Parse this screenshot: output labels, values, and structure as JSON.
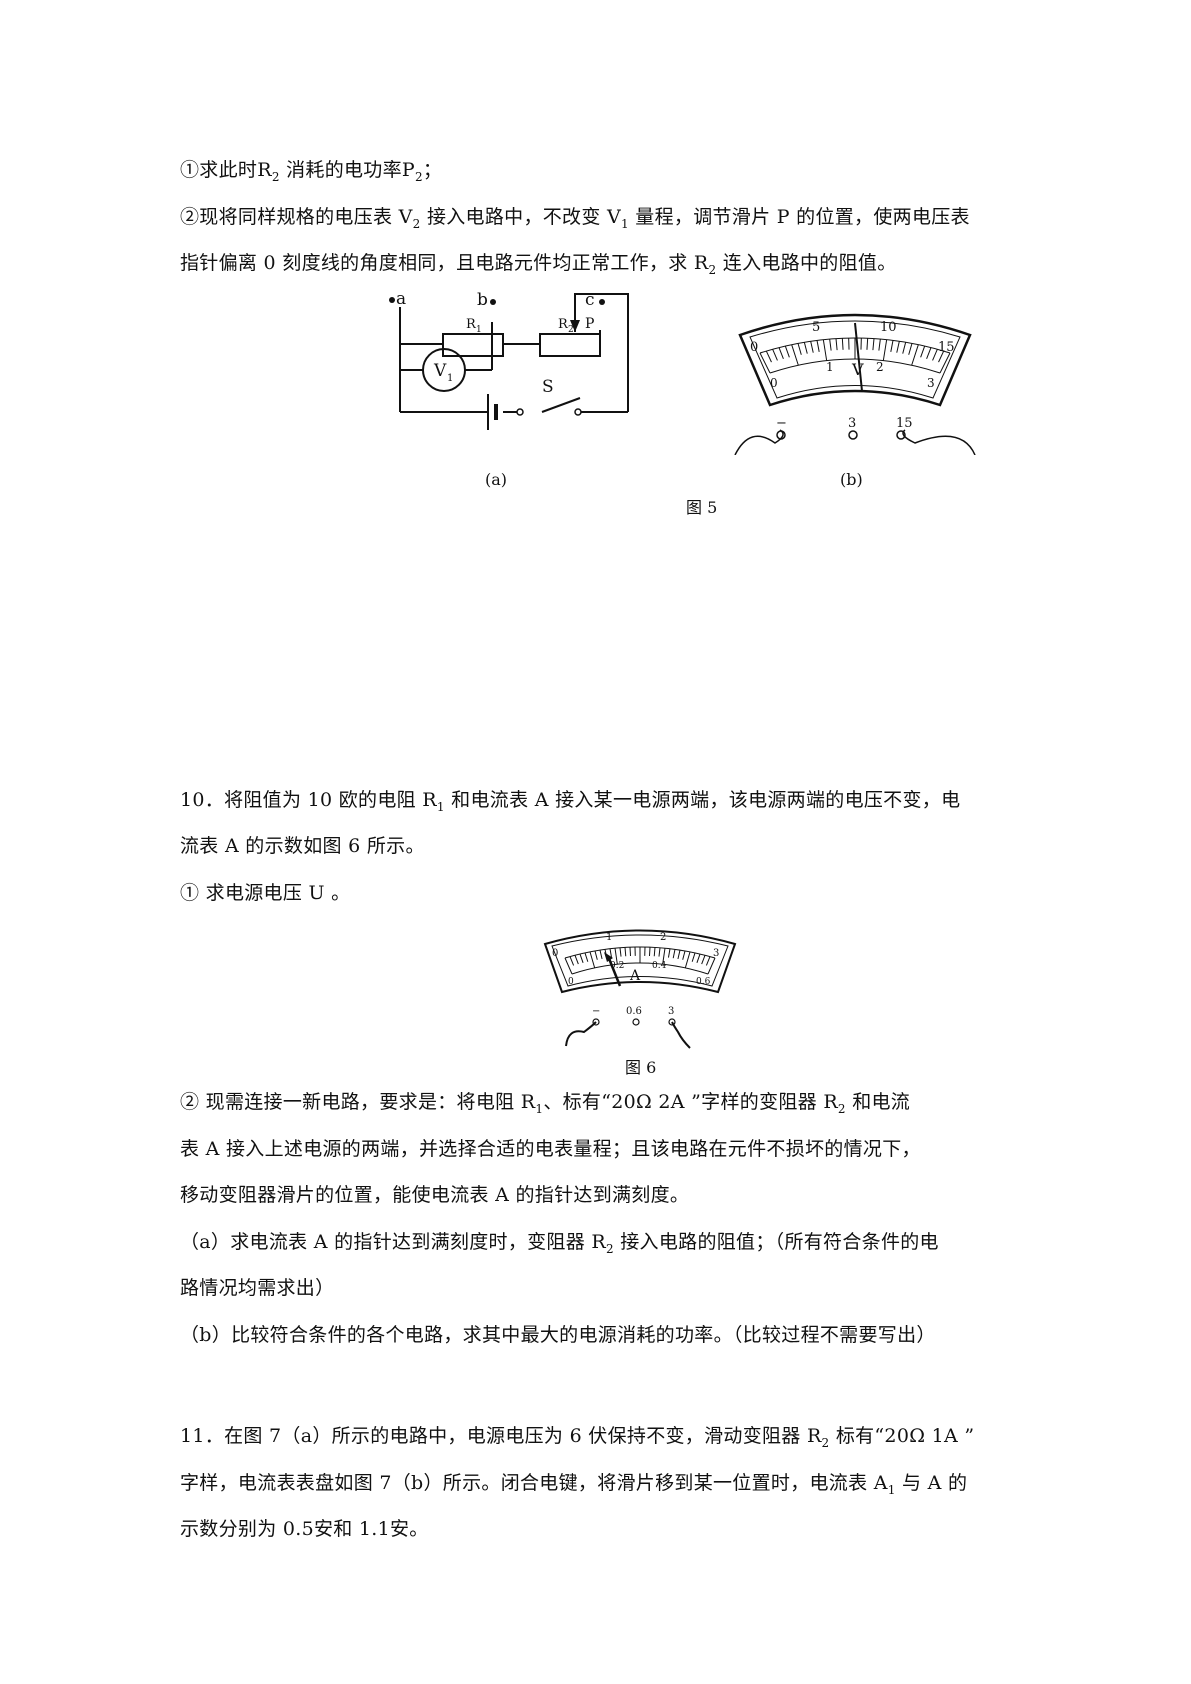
{
  "q9": {
    "line1": {
      "a": "①求此时R",
      "s1": "2",
      "b": " 消耗的电功率P",
      "s2": "2",
      "c": "；"
    },
    "line2": {
      "a": "②现将同样规格的电压表 V",
      "s1": "2",
      "b": " 接入电路中，不改变 V",
      "s2": "1",
      "c": " 量程，调节滑片 P 的位置，使两电压表"
    },
    "line3": {
      "a": "指针偏离 0 刻度线的角度相同，且电路元件均正常工作，求 R",
      "s1": "2",
      "b": " 连入电路中的阻值。"
    }
  },
  "fig5": {
    "circuit": {
      "a": "a",
      "b": "b",
      "c": "c",
      "r1": "R",
      "r1_sub": "1",
      "r2": "R",
      "r2_sub": "2",
      "p": "P",
      "v": "V",
      "v_sub": "1",
      "s": "S"
    },
    "meter": {
      "top_ticks": [
        "0",
        "5",
        "10",
        "15"
      ],
      "bottom_ticks": [
        "0",
        "1",
        "2",
        "3"
      ],
      "unit": "V",
      "terminals": [
        "−",
        "3",
        "15"
      ]
    },
    "label_a": "(a)",
    "label_b": "(b)",
    "caption": "图 5"
  },
  "q10": {
    "line1": {
      "a": "10．将阻值为 10 欧的电阻 R",
      "s1": "1",
      "b": " 和电流表 A  接入某一电源两端，该电源两端的电压不变，电"
    },
    "line2": "流表 A  的示数如图 6 所示。",
    "line3": "①  求电源电压 U 。",
    "line4": {
      "a": "②  现需连接一新电路，要求是：将电阻 R",
      "s1": "1",
      "b": "、标有“20Ω    2A ”字样的变阻器 R",
      "s2": "2",
      "c": " 和电流"
    },
    "line5": "表 A  接入上述电源的两端，并选择合适的电表量程；且该电路在元件不损坏的情况下，",
    "line6": "移动变阻器滑片的位置，能使电流表 A  的指针达到满刻度。",
    "line7": {
      "a": "（a）求电流表 A  的指针达到满刻度时，变阻器 R",
      "s1": "2",
      "b": " 接入电路的阻值；（所有符合条件的电"
    },
    "line8": "路情况均需求出）",
    "line9": "（b）比较符合条件的各个电路，求其中最大的电源消耗的功率。（比较过程不需要写出）"
  },
  "fig6": {
    "meter": {
      "top_ticks": [
        "0",
        "1",
        "2",
        "3"
      ],
      "bottom_ticks": [
        "0",
        "0.2",
        "0.4",
        "0.6"
      ],
      "unit": "A",
      "terminals": [
        "−",
        "0.6",
        "3"
      ]
    },
    "caption": "图 6"
  },
  "q11": {
    "line1": {
      "a": "11．在图 7（a）所示的电路中，电源电压为 6 伏保持不变，滑动变阻器 R",
      "s1": "2",
      "b": " 标有“20Ω    1A ”"
    },
    "line2": {
      "a": "字样，电流表表盘如图 7（b）所示。闭合电键，将滑片移到某一位置时，电流表 A",
      "s1": "1",
      "b": " 与 A 的"
    },
    "line3": "示数分别为 0.5安和 1.1安。"
  }
}
